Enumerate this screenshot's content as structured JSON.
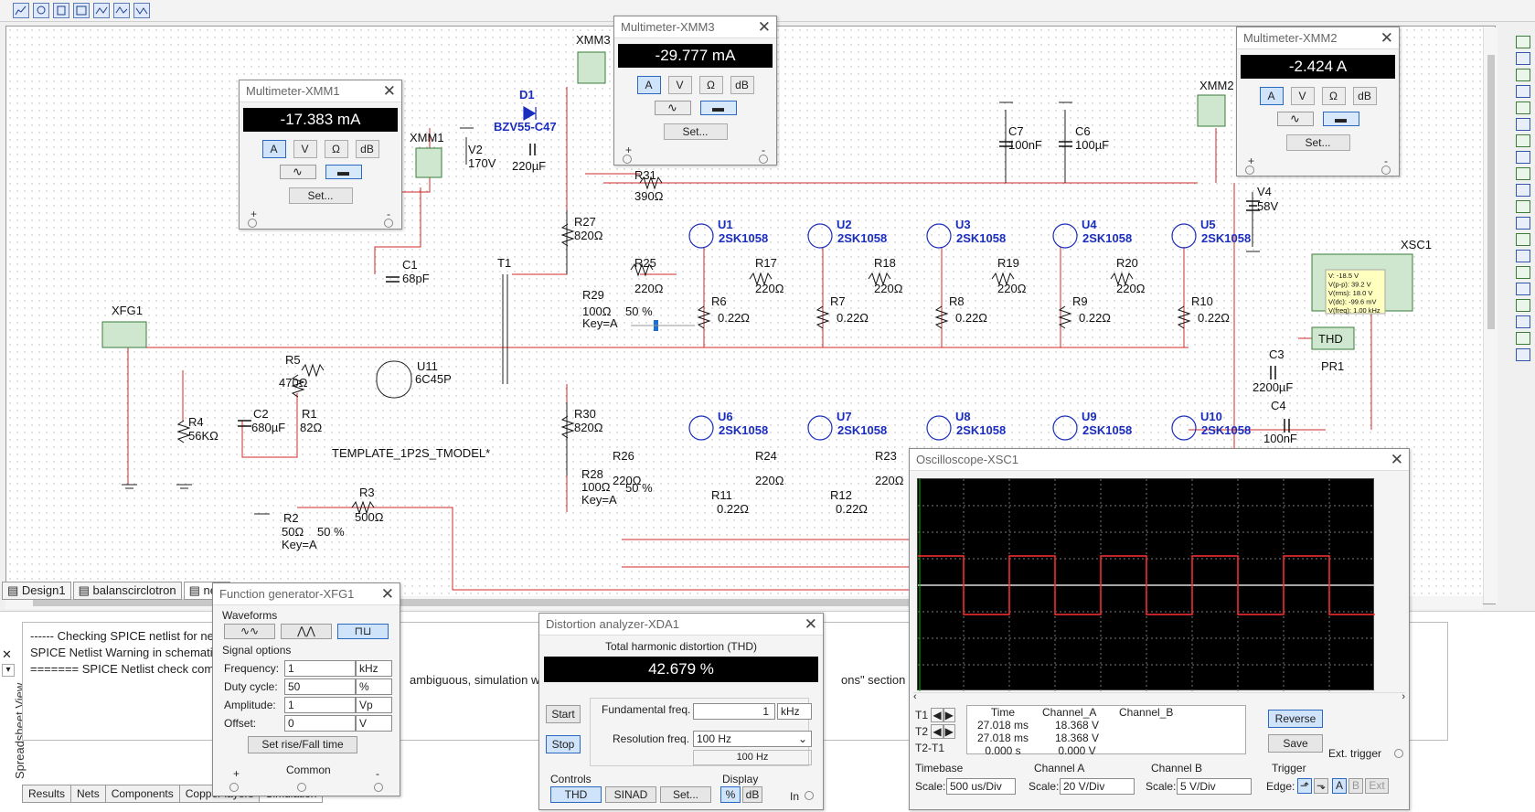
{
  "toolbar": {
    "icons": [
      "chart-icon",
      "refresh-icon",
      "clipboard-icon",
      "zoom-icon",
      "graph-icon",
      "graph2-icon",
      "graph3-icon"
    ]
  },
  "schematic": {
    "labels": [
      "XMM3",
      "D1",
      "BZV55-C47",
      "XMM1",
      "V2",
      "170V",
      "220µF",
      "R31",
      "390Ω",
      "C7",
      "100nF",
      "C6",
      "100µF",
      "XMM2",
      "V4",
      "58V",
      "R27",
      "820Ω",
      "U1",
      "2SK1058",
      "U2",
      "2SK1058",
      "U3",
      "2SK1058",
      "U4",
      "2SK1058",
      "U5",
      "2SK1058",
      "C1",
      "68pF",
      "T1",
      "R25",
      "220Ω",
      "R17",
      "220Ω",
      "R18",
      "220Ω",
      "R19",
      "220Ω",
      "R20",
      "220Ω",
      "XSC1",
      "R29",
      "100Ω",
      "Key=A",
      "50 %",
      "R6",
      "0.22Ω",
      "R7",
      "0.22Ω",
      "R8",
      "0.22Ω",
      "R9",
      "0.22Ω",
      "R10",
      "0.22Ω",
      "XFG1",
      "R5",
      "470Ω",
      "U11",
      "6C45P",
      "C3",
      "2200µF",
      "R4",
      "56KΩ",
      "C2",
      "680µF",
      "R1",
      "82Ω",
      "U6",
      "2SK1058",
      "U7",
      "2SK1058",
      "U8",
      "2SK1058",
      "U9",
      "2SK1058",
      "U10",
      "2SK1058",
      "C4",
      "100nF",
      "TEMPLATE_1P2S_TMODEL*",
      "R30",
      "820Ω",
      "R26",
      "220Ω",
      "R24",
      "220Ω",
      "R23",
      "220Ω",
      "R28",
      "100Ω",
      "Key=A",
      "50 %",
      "R3",
      "500Ω",
      "R2",
      "50Ω",
      "50 %",
      "Key=A",
      "R11",
      "0.22Ω",
      "R12",
      "0.22Ω",
      "PR1",
      "THD"
    ],
    "probe": {
      "v": "V: -18.5 V",
      "vpp": "V(p-p): 39.2 V",
      "vrms": "V(rms): 18.0 V",
      "vdc": "V(dc): -99.6 mV",
      "vfreq": "V(freq): 1.00 kHz"
    }
  },
  "xmm1": {
    "title": "Multimeter-XMM1",
    "reading": "-17.383 mA",
    "modes": [
      "A",
      "V",
      "Ω",
      "dB"
    ],
    "set": "Set...",
    "plus": "+",
    "minus": "-"
  },
  "xmm3": {
    "title": "Multimeter-XMM3",
    "reading": "-29.777 mA",
    "modes": [
      "A",
      "V",
      "Ω",
      "dB"
    ],
    "set": "Set...",
    "plus": "+",
    "minus": "-"
  },
  "xmm2": {
    "title": "Multimeter-XMM2",
    "reading": "-2.424 A",
    "modes": [
      "A",
      "V",
      "Ω",
      "dB"
    ],
    "set": "Set...",
    "plus": "+",
    "minus": "-"
  },
  "fg": {
    "title": "Function generator-XFG1",
    "waveforms_label": "Waveforms",
    "signal_options_label": "Signal options",
    "rows": [
      {
        "label": "Frequency:",
        "value": "1",
        "unit": "kHz"
      },
      {
        "label": "Duty cycle:",
        "value": "50",
        "unit": "%"
      },
      {
        "label": "Amplitude:",
        "value": "1",
        "unit": "Vp"
      },
      {
        "label": "Offset:",
        "value": "0",
        "unit": "V"
      }
    ],
    "rise_fall": "Set rise/Fall time",
    "plus": "+",
    "common": "Common",
    "minus": "-"
  },
  "da": {
    "title": "Distortion analyzer-XDA1",
    "heading": "Total harmonic distortion (THD)",
    "reading": "42.679 %",
    "start": "Start",
    "stop": "Stop",
    "fund_label": "Fundamental freq.",
    "fund_value": "1",
    "fund_unit": "kHz",
    "res_label": "Resolution freq.",
    "res_value": "100 Hz",
    "res_display": "100 Hz",
    "controls_label": "Controls",
    "thd": "THD",
    "sinad": "SINAD",
    "set": "Set...",
    "display_label": "Display",
    "pct": "%",
    "db": "dB",
    "in": "In"
  },
  "osc": {
    "title": "Oscilloscope-XSC1",
    "headers": [
      "Time",
      "Channel_A",
      "Channel_B"
    ],
    "rows": [
      {
        "label": "T1",
        "time": "27.018 ms",
        "a": "18.368 V",
        "b": ""
      },
      {
        "label": "T2",
        "time": "27.018 ms",
        "a": "18.368 V",
        "b": ""
      },
      {
        "label": "T2-T1",
        "time": "0.000 s",
        "a": "0.000 V",
        "b": ""
      }
    ],
    "reverse": "Reverse",
    "save": "Save",
    "ext_trigger": "Ext. trigger",
    "timebase_label": "Timebase",
    "cha_label": "Channel A",
    "chb_label": "Channel B",
    "trigger_label": "Trigger",
    "scale_label": "Scale:",
    "timebase_scale": "500 us/Div",
    "cha_scale": "20  V/Div",
    "chb_scale": "5  V/Div",
    "edge_label": "Edge:",
    "trig_a": "A",
    "trig_b": "B",
    "trig_ext": "Ext",
    "trace_color": "#ff3030"
  },
  "design_tabs": [
    "Design1",
    "balanscirclotron",
    "new"
  ],
  "log": {
    "lines": [
      "------ Checking SPICE netlist for newt",
      "SPICE Netlist Warning in schematic Re",
      "======= SPICE Netlist check compl"
    ],
    "tail1": "ambiguous, simulation will t",
    "tail2": "ons\" section in the"
  },
  "sheet_tabs": [
    "Results",
    "Nets",
    "Components",
    "Copper layers",
    "Simulation"
  ],
  "spreadsheet_label": "Spreadsheet View"
}
